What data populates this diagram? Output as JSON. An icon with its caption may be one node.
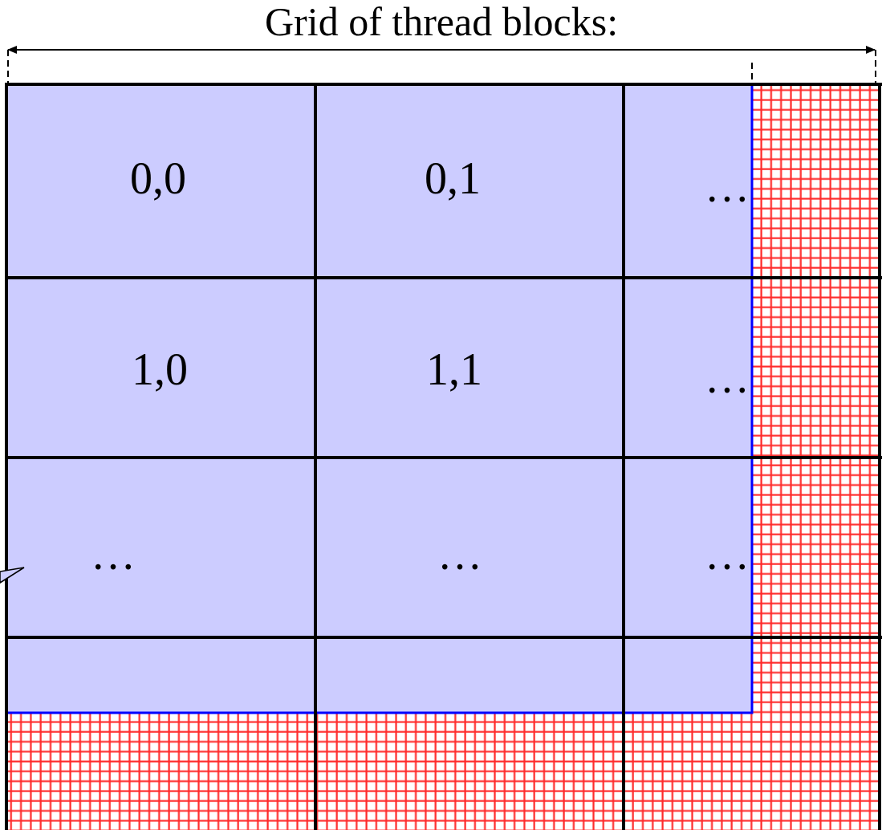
{
  "diagram": {
    "title": "Grid of thread blocks:",
    "labels": [
      "0,0",
      "0,1",
      "…",
      "1,0",
      "1,1",
      "…",
      "…",
      "…",
      "…"
    ]
  }
}
